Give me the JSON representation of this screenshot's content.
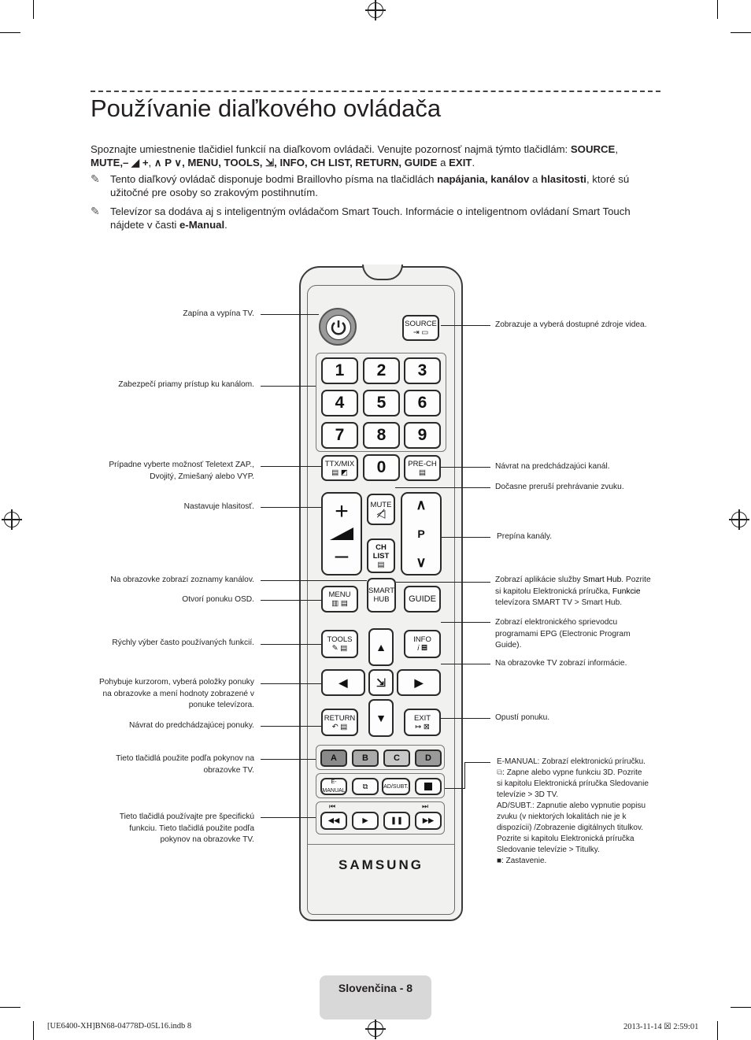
{
  "title": "Používanie diaľkového ovládača",
  "intro": {
    "text1": "Spoznajte umiestnenie tlačidiel funkcií na diaľkovom ovládači. Venujte pozornosť najmä týmto tlačidlám: ",
    "source": "SOURCE",
    "comma1": ",",
    "mute": "MUTE",
    "vol": ",– ◢ +",
    "comma2": ", ",
    "ch": "∧ P ∨",
    "rest": ", MENU, TOOLS, ⇲, INFO, CH LIST, RETURN, GUIDE",
    "a": " a ",
    "exit": "EXIT",
    "dot": "."
  },
  "note1": {
    "pre": "Tento diaľkový ovládač disponuje bodmi Braillovho písma na tlačidlách ",
    "bold": "napájania, kanálov",
    "mid": " a ",
    "bold2": "hlasitosti",
    "post": ", ktoré sú užitočné pre osoby so zrakovým postihnutím."
  },
  "note2": {
    "pre": "Televízor sa dodáva aj s inteligentným ovládačom Smart Touch. Informácie o inteligentnom ovládaní Smart Touch nájdete v časti ",
    "bold": "e-Manual",
    "post": "."
  },
  "left_labels": {
    "power": "Zapína a vypína TV.",
    "numbers": "Zabezpečí priamy prístup ku kanálom.",
    "ttx1": "Prípadne vyberte možnosť Teletext ZAP.,",
    "ttx2": "Dvojitý, Zmiešaný alebo VYP.",
    "volume": "Nastavuje hlasitosť.",
    "chlist": "Na obrazovke zobrazí zoznamy kanálov.",
    "menu": "Otvorí ponuku OSD.",
    "tools": "Rýchly výber často používaných funkcií.",
    "nav1": "Pohybuje kurzorom, vyberá položky ponuky",
    "nav2": "na obrazovke a mení hodnoty zobrazené v",
    "nav3": "ponuke televízora.",
    "return": "Návrat do predchádzajúcej ponuky.",
    "color1": "Tieto tlačidlá použite podľa pokynov na",
    "color2": "obrazovke TV.",
    "media1": "Tieto tlačidlá používajte pre špecifickú",
    "media2": "funkciu. Tieto tlačidlá použite podľa",
    "media3": "pokynov na obrazovke TV."
  },
  "right_labels": {
    "source": "Zobrazuje a vyberá dostupné zdroje videa.",
    "prech": "Návrat na predchádzajúci kanál.",
    "mute": "Dočasne preruší prehrávanie zvuku.",
    "channel": "Prepína kanály.",
    "smart_a": "Zobrazí aplikácie služby ",
    "smart_b": "Smart Hub",
    "smart_c": ". Pozrite",
    "smart_d": "si kapitolu Elektronická príručka, ",
    "smart_e": "Funkcie",
    "smart_f": "televízora SMART TV",
    "smart_g": " > ",
    "smart_h": "Smart Hub",
    "smart_i": ".",
    "guide1": "Zobrazí elektronického sprievodcu",
    "guide2a": "programami ",
    "guide2b": "EPG",
    "guide2c": " (Electronic Program",
    "guide3": "Guide).",
    "info": "Na obrazovke TV zobrazí informácie.",
    "exit": "Opustí ponuku.",
    "em_a": "E-MANUAL:",
    "em_b": " Zobrazí elektronickú príručku.",
    "d3_a": ": Zapne alebo vypne funkciu 3D. Pozrite",
    "d3_b": "si kapitolu Elektronická príručka ",
    "d3_c": "Sledovanie",
    "d3_d": "televízie",
    "d3_e": " > ",
    "d3_f": "3D TV",
    "d3_g": ".",
    "ad_a": "AD/SUBT.",
    "ad_b": ": Zapnutie alebo vypnutie popisu",
    "ad2": "zvuku (v niektorých lokalitách nie je k",
    "ad3": "dispozícii) /Zobrazenie digitálnych titulkov.",
    "ad4": "Pozrite si kapitolu Elektronická príručka",
    "ad5a": "Sledovanie televízie",
    "ad5b": " > ",
    "ad5c": "Titulky",
    "ad5d": ".",
    "stop": ": Zastavenie."
  },
  "remote": {
    "source": "SOURCE",
    "digits": [
      "1",
      "2",
      "3",
      "4",
      "5",
      "6",
      "7",
      "8",
      "9",
      "0"
    ],
    "ttx": "TTX/MIX",
    "prech": "PRE-CH",
    "mute": "MUTE",
    "plus": "+",
    "minus": "–",
    "p": "P",
    "chlist": "CH LIST",
    "menu": "MENU",
    "smart1": "SMART",
    "smart2": "HUB",
    "guide": "GUIDE",
    "tools": "TOOLS",
    "info": "INFO",
    "return": "RETURN",
    "exit": "EXIT",
    "colors": [
      "A",
      "B",
      "C",
      "D"
    ],
    "emanual": "E-MANUAL",
    "adsubt": "AD/SUBT.",
    "brand": "SAMSUNG"
  },
  "footer": "Slovenčina - 8",
  "meta_left": "[UE6400-XH]BN68-04778D-05L16.indb   8",
  "meta_right": "2013-11-14   ☒ 2:59:01"
}
